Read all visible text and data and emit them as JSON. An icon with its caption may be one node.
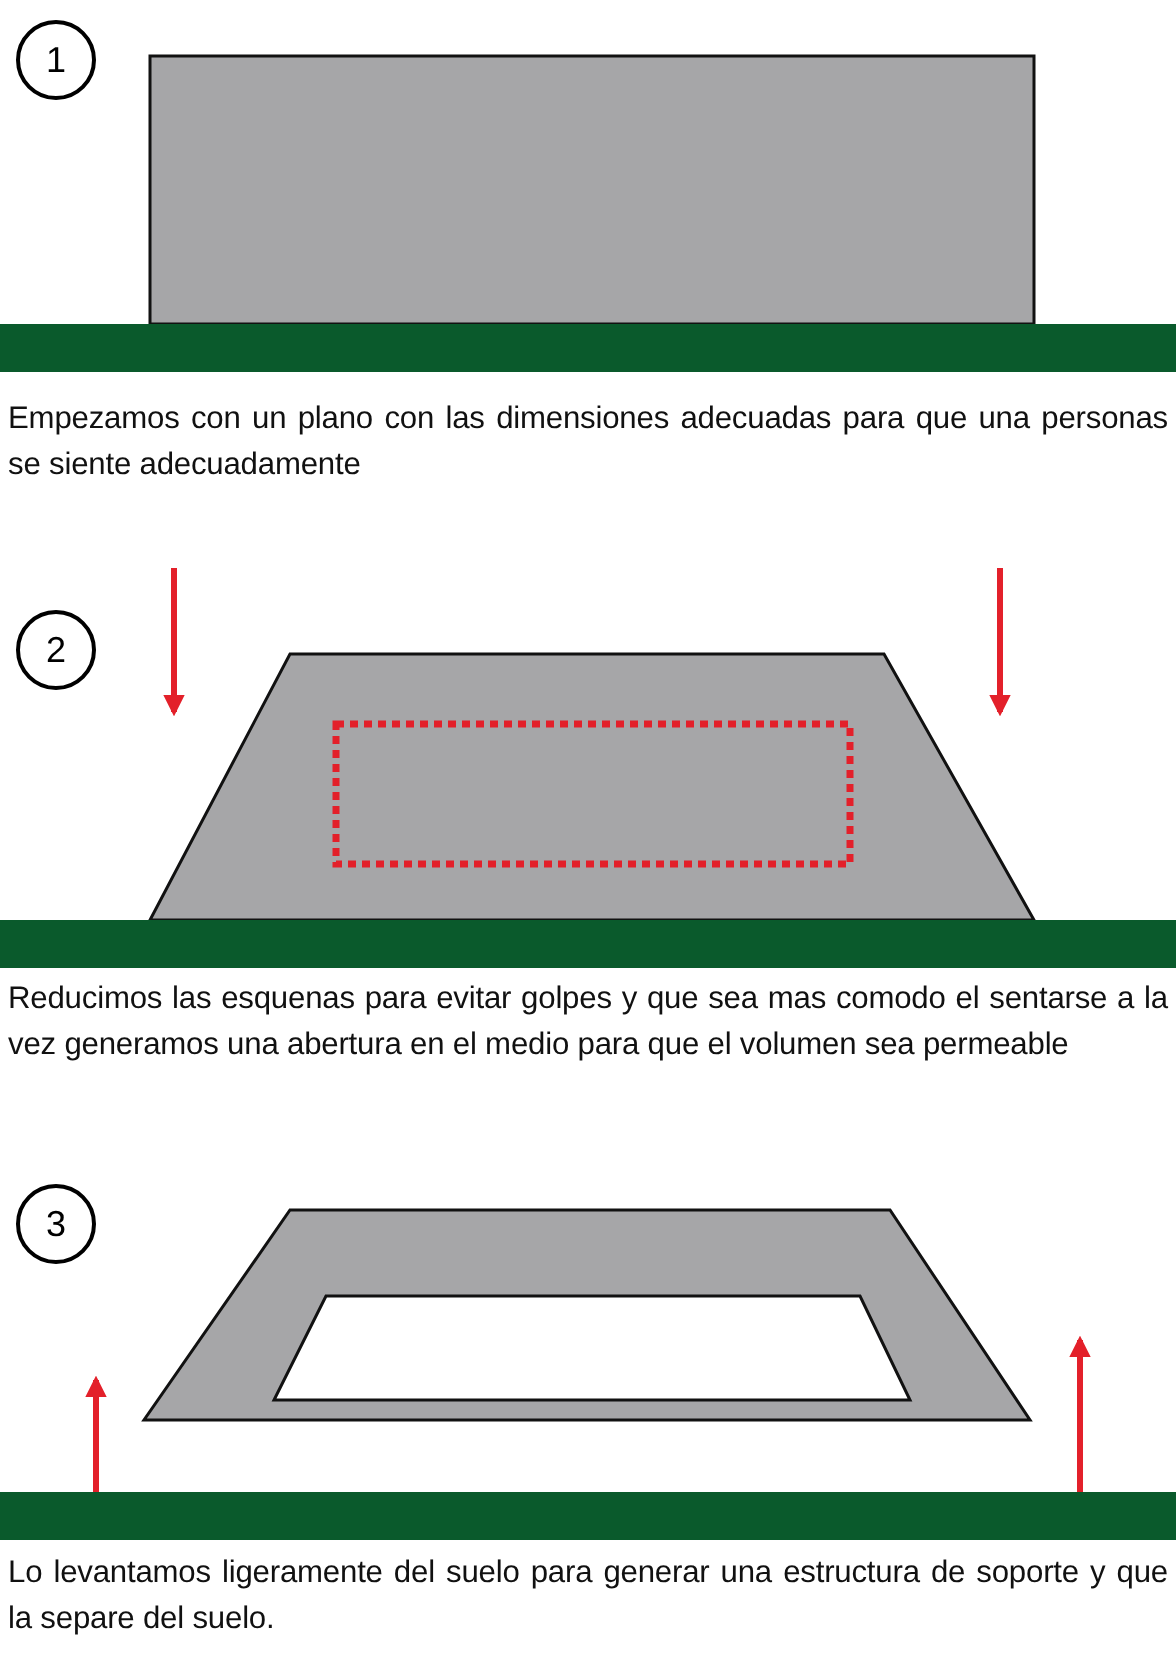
{
  "diagram": {
    "nodes": [
      {
        "text": [
          "1"
        ]
      },
      {
        "text": [
          "2"
        ]
      },
      {
        "text": [
          "3"
        ]
      }
    ],
    "labels": [
      "Empezamos con un plano con las dimensiones adecuadas para que una personas se siente adecuadamente",
      "Reducimos las esquenas para evitar golpes y que sea mas comodo el sentarse a la vez generamos una abertura en el medio para que el volumen sea permeable",
      "Lo levantamos ligeramente del suelo para generar una estructura de soporte y que la separe del suelo."
    ]
  }
}
